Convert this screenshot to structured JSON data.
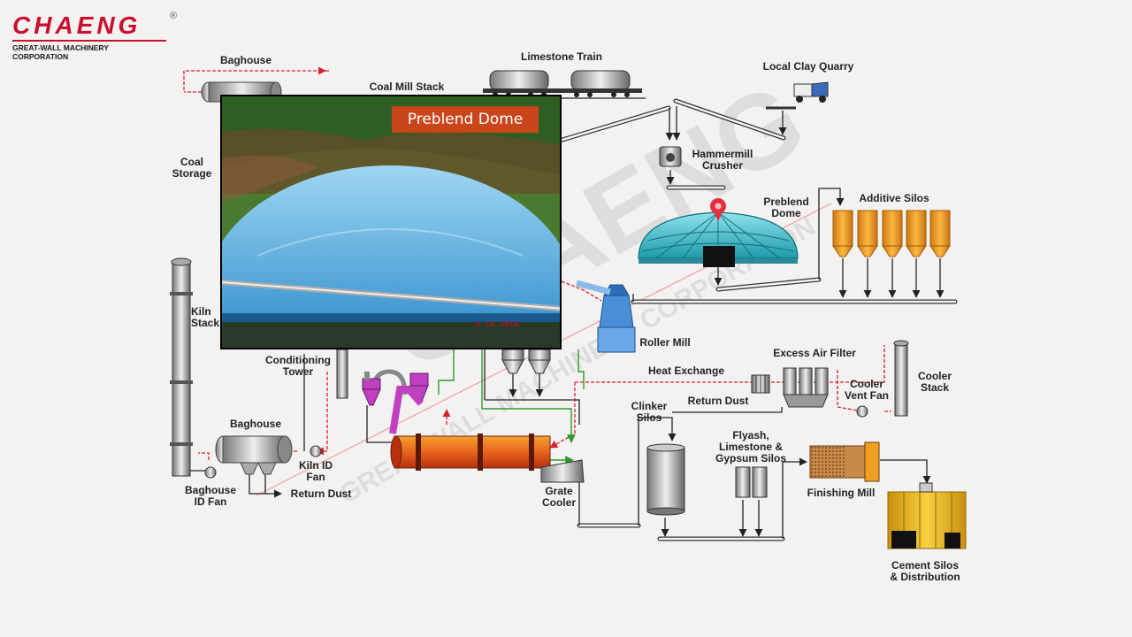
{
  "logo": {
    "brand": "CHAENG",
    "registered": "®",
    "subtitle": "GREAT-WALL MACHINERY CORPORATION"
  },
  "photo": {
    "title": "Preblend Dome",
    "tag": "5 10 2015"
  },
  "watermark": {
    "top": "CHAENG",
    "bottom": "GREAT-WALL MACHINERY CORPORATION"
  },
  "labels": {
    "baghouse_top": "Baghouse",
    "coal_mill_stack": "Coal Mill Stack",
    "limestone_train": "Limestone Train",
    "local_clay_quarry": "Local Clay Quarry",
    "coal_storage": "Coal\nStorage",
    "hammermill_crusher": "Hammermill\nCrusher",
    "preblend_dome": "Preblend\nDome",
    "additive_silos": "Additive Silos",
    "kiln_stack": "Kiln\nStack",
    "roller_mill": "Roller Mill",
    "conditioning_tower": "Conditioning\nTower",
    "excess_air_filter": "Excess Air Filter",
    "heat_exchange": "Heat Exchange",
    "cooler_stack": "Cooler\nStack",
    "cooler_vent_fan": "Cooler\nVent Fan",
    "return_dust_mid": "Return Dust",
    "clinker_silos": "Clinker\nSilos",
    "baghouse_bottom": "Baghouse",
    "kiln_id_fan": "Kiln ID\nFan",
    "flyash_silos": "Flyash,\nLimestone &\nGypsum Silos",
    "finishing_mill": "Finishing Mill",
    "baghouse_id_fan": "Baghouse\nID Fan",
    "return_dust_bottom": "Return Dust",
    "grate_cooler": "Grate\nCooler",
    "cement_silos": "Cement Silos\n& Distribution"
  },
  "colors": {
    "brand_red": "#c8102e",
    "flow_red": "#d4202a",
    "flow_green": "#2e9a2e",
    "dome_teal": "#3fb8c8",
    "kiln_orange": "#e8641c",
    "silo_yellow": "#f0c020",
    "silo_orange": "#f0a020",
    "photo_title_bg": "#c9451b"
  }
}
